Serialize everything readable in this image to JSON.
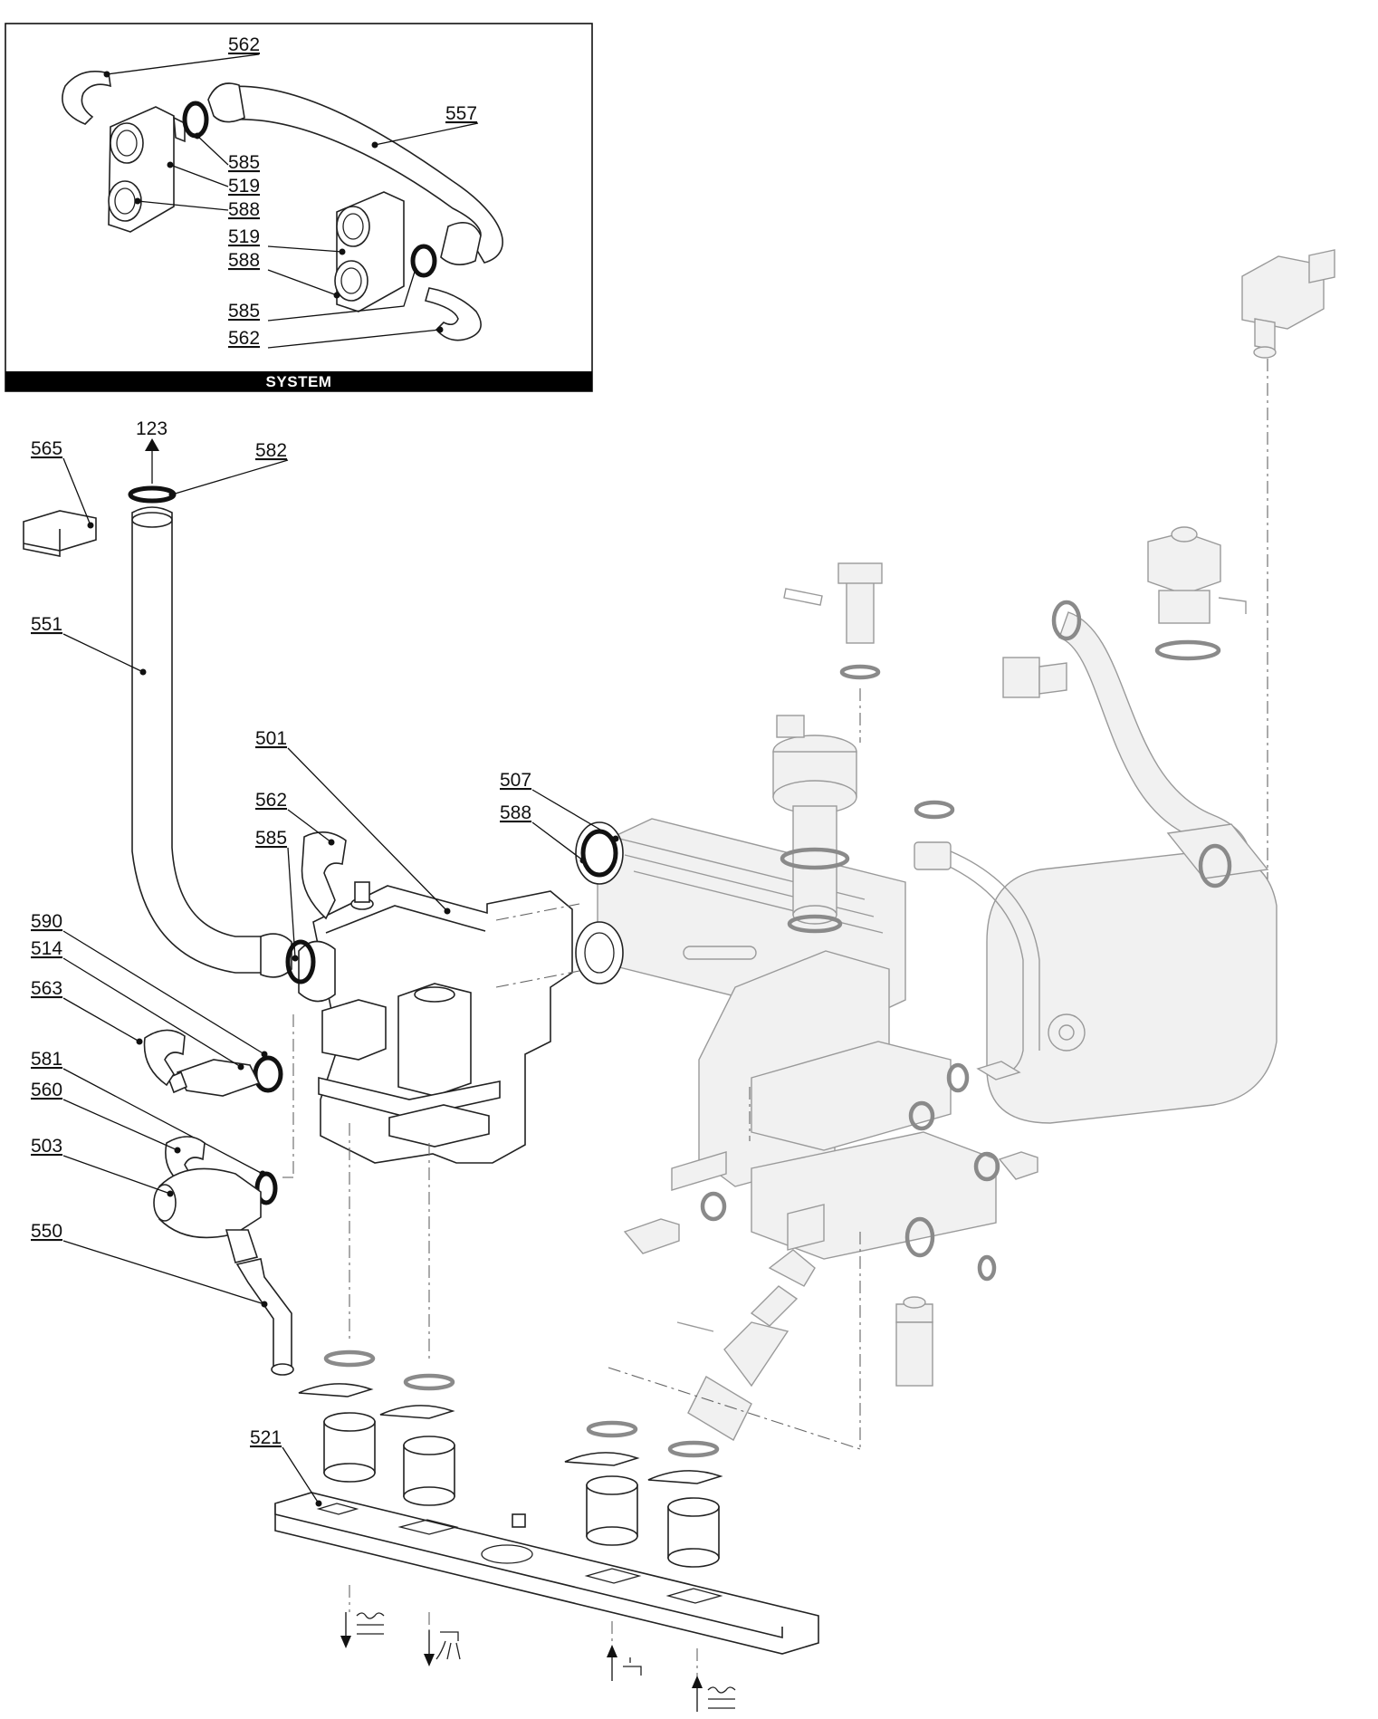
{
  "inset": {
    "banner": "SYSTEM",
    "labels": {
      "l562a": "562",
      "l557": "557",
      "l585a": "585",
      "l519a": "519",
      "l588a": "588",
      "l519b": "519",
      "l588b": "588",
      "l585b": "585",
      "l562b": "562"
    }
  },
  "main": {
    "labels": {
      "l123": "123",
      "l582": "582",
      "l565": "565",
      "l551": "551",
      "l501": "501",
      "l562": "562",
      "l585": "585",
      "l507": "507",
      "l588": "588",
      "l590": "590",
      "l514": "514",
      "l563": "563",
      "l581": "581",
      "l560": "560",
      "l503": "503",
      "l550": "550",
      "l521": "521"
    }
  },
  "colors": {
    "outline": "#222222",
    "ghost": "#9a9a9a",
    "banner": "#000000"
  },
  "icons": {
    "flow_symbols": [
      "heating-flow-icon",
      "hot-water-tap-icon",
      "cold-water-inlet-icon",
      "heating-return-icon"
    ]
  }
}
